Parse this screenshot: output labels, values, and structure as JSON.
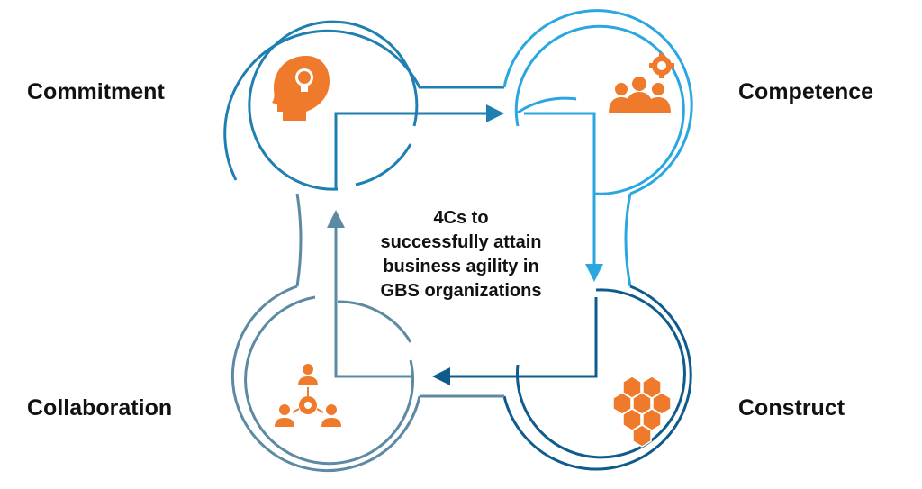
{
  "title_lines": [
    "4Cs to",
    "successfully attain",
    "business agility in",
    "GBS organizations"
  ],
  "nodes": [
    {
      "key": "commitment",
      "label": "Commitment",
      "icon": "head-lightbulb-icon",
      "color": "#1e7fb0"
    },
    {
      "key": "competence",
      "label": "Competence",
      "icon": "team-gear-icon",
      "color": "#2aa7e0"
    },
    {
      "key": "collaboration",
      "label": "Collaboration",
      "icon": "people-network-gear-icon",
      "color": "#5c8aa3"
    },
    {
      "key": "construct",
      "label": "Construct",
      "icon": "hexagon-people-icon",
      "color": "#0f5c8c"
    }
  ],
  "colors": {
    "icon": "#f07a2b",
    "commitment": "#1e7fb0",
    "competence": "#2aa7e0",
    "collaboration": "#5c8aa3",
    "construct": "#0f5c8c"
  }
}
